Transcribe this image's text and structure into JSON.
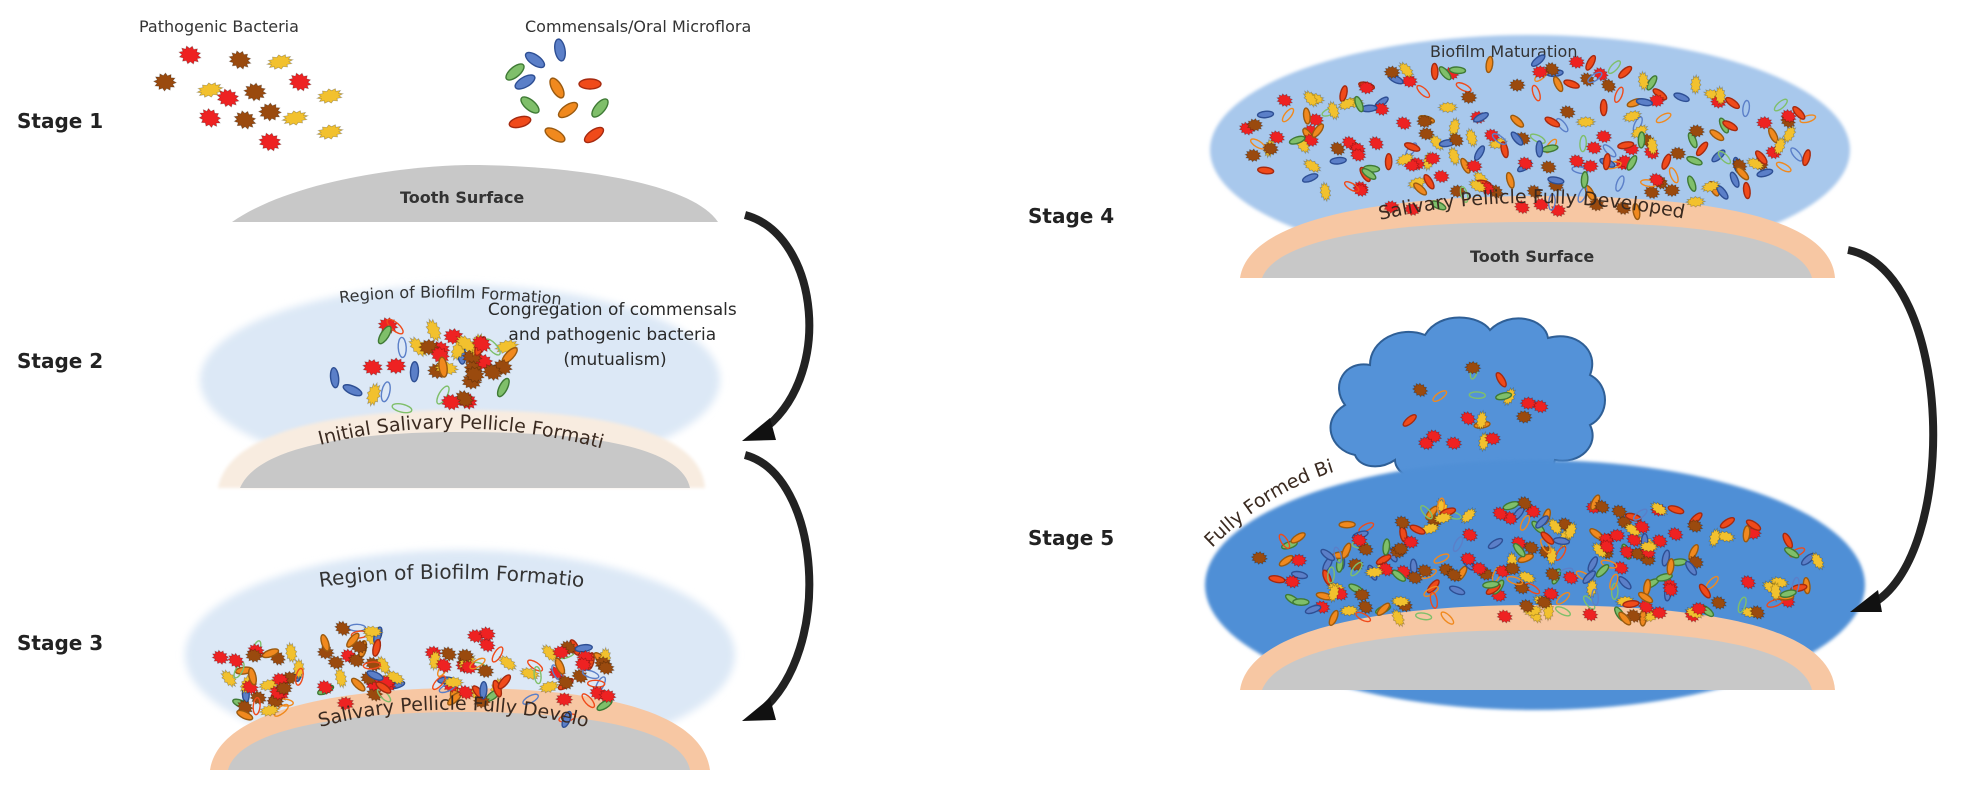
{
  "title": "Stages of oral biofilm formation on tooth surface",
  "colors": {
    "tooth": "#c8c8c8",
    "pellicle_initial": "#f8ece0",
    "pellicle_full": "#f7c7a3",
    "biofilm_light": "#dce8f6",
    "biofilm_mid": "#a8c8ec",
    "biofilm_dark": "#4f8fd6",
    "arrow": "#111111",
    "bacteria": {
      "pathogen_red": "#ee2222",
      "pathogen_brown": "#9a4a0e",
      "pathogen_yellow": "#f2c12e",
      "commensal_blue": "#5b7fc8",
      "commensal_green": "#7fbf6a",
      "commensal_orange": "#f0891e",
      "commensal_red": "#f04a1a"
    }
  },
  "stages": [
    {
      "label": "Stage 1",
      "groups": [
        {
          "label": "Pathogenic Bacteria"
        },
        {
          "label": "Commensals/Oral Microflora"
        }
      ],
      "tooth_label": "Tooth Surface"
    },
    {
      "label": "Stage 2",
      "region_label": "Region of Biofilm Formation",
      "note_lines": [
        "Congregation of commensals",
        "and pathogenic bacteria",
        "(mutualism)"
      ],
      "pellicle_label": "Initial Salivary Pellicle Formation"
    },
    {
      "label": "Stage 3",
      "region_label": "Region of Biofilm Formation",
      "pellicle_label": "Salivary Pellicle Fully Developed"
    },
    {
      "label": "Stage 4",
      "region_label": "Biofilm Maturation",
      "pellicle_label": "Salivary Pellicle Fully Developed",
      "tooth_label": "Tooth Surface"
    },
    {
      "label": "Stage 5",
      "region_label": "Fully Formed Biofilm"
    }
  ],
  "arrows": [
    {
      "from": "Stage 1",
      "to": "Stage 2"
    },
    {
      "from": "Stage 2",
      "to": "Stage 3"
    },
    {
      "from": "Stage 4",
      "to": "Stage 5"
    }
  ]
}
